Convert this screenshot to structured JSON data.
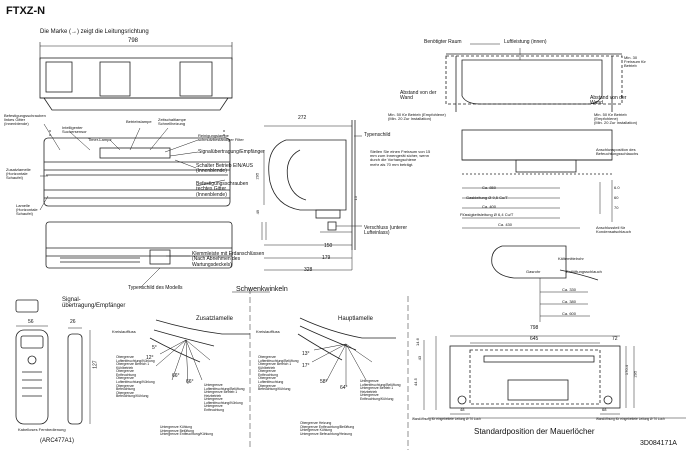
{
  "model": "FTXZ-N",
  "doc_id": "3D084171A",
  "front_view": {
    "mark_note": "Die Marke (→) zeigt die Leitungsrichtung",
    "width_dim": "798",
    "labels": {
      "screws_left": "Befestigungsschrauben\nlinkes Gitter\n(Innenblende)",
      "intelligent_sensor": "Intelligenter\nSuchersensor",
      "timer_lamp": "Timer-Lampe",
      "operation_lamp": "Betriebslampe",
      "cleaning_lamp": "Zeitschaltlampe\nSchnellheizung",
      "cleaning_filter_lamp": "Reinigungslampe\nschmutzbeständiger Filter",
      "signal_receiver": "Signalübertragung/Empfänger",
      "on_off_switch": "Schalter Betrieb EIN/AUS\n(Innenblende)",
      "screws_right": "Befestigungsschrauben\nrechtes Gitter\n(Innenblende)",
      "flap_horizontal": "Zusatzlamelle\n(Horizontale\nSchaufel)",
      "louver_vertical": "Lamelle\n(Horizontale\nSchaufel)",
      "terminal_block": "Klemmleiste mit Erdanschlüssen\n(Nach Abnehmen des\nWartungsdeckels)",
      "model_plate": "Typenschild des Modells"
    }
  },
  "side_view": {
    "nameplate": "Typenschild",
    "clearance_note": "Stellen Sie einen Freiraum von 15\nmm zum Innengerät sicher, wenn\ndurch die Vorhangschiene\nmehr als 70 mm beträgt.",
    "shutter_note": "Verschluss (unterer\nLufteinlass)",
    "dim_top": "272",
    "dim_height": "295",
    "dim_150": "150",
    "dim_179": "179",
    "dim_328": "328",
    "dim_15": "15",
    "dim_49": "49"
  },
  "clearance_view": {
    "space_required": "Benötigter Raum",
    "air_outlet": "Luftleistung (innen)",
    "wall_distance_left": "Abstand von der\nWand",
    "wall_distance_right": "Abstand von der\nWand",
    "min50_left": "Min. 50 für Betrieb (Empfohlene)\n(Min. 20 Zur Installation)",
    "min50_right": "Min. 50 für Betrieb\n(Empfohlene)\n(Min. 20 Zur Installation)",
    "min30": "Min. 30\nFreiraum für\nBetrieb",
    "hose_position": "Anschlussposition des\nBefeuchtungsschlauchs",
    "drain_outlet": "Anschlussteil für\nKondensatschlauch",
    "drain_hose": "Entlüftungsschlauch",
    "ref_pipe": "Kältemittelrohr",
    "gas": "Gasrohr",
    "dims": [
      "Ca. 850",
      "Ca. 400",
      "Ca. 430",
      "Ca. 330",
      "Ca. 380",
      "Ca. 600"
    ],
    "pipe_small": "Gaskleitung Ø 9,5 Cu/T",
    "pipe_liquid": "Flüssigkeitsleitung Ø 6,4 Cu/T",
    "small_dims": [
      "6.0",
      "60",
      "70"
    ]
  },
  "remote": {
    "signal_label": "Signal-\nübertragung/Empfänger",
    "battery_label": "Kabelloses Fernbedienung",
    "model": "(ARC477A1)",
    "dims": [
      "56",
      "26",
      "127"
    ]
  },
  "swing": {
    "title": "Schwenkwinkeln",
    "aux_flap": "Zusatzlamelle",
    "main_flap": "Hauptlamelle",
    "cooling_heating": "Kreislauffluss",
    "angles_left": [
      "5°",
      "12°",
      "66°",
      "66°"
    ],
    "angles_right": [
      "13°",
      "17°",
      "58°",
      "64°"
    ],
    "notes_left": "Obergrenze\nLuftentfeuchtung/Kühlung\nObergrenze Bereich 1\nKühlbetrieb\nObergrenze\nEntfeuchtung\nObergrenze\nLuftentfeuchtung/Kühlung\nObergrenze\nBefeuchtung\nObergrenze\nBefeuchtung/Kühlung",
    "notes_mid": "Untergrenze\nLuftentfeuchtung/Belüftung\nUntergrenze Betrieb 1\nHeizbetrieb\nUntergrenze\nLuftentfeuchtung/Kühlung\nUntergrenze\nEntfeuchtung",
    "notes_bottom": "Untergrenze Kühlung\nUntergrenze Belüftung\nUntergrenze Entfeuchtung/Kühlung",
    "notes_right": "Obergrenze\nLuftentfeuchtung/Belüftung\nObergrenze Bereich 1\nKühlbetrieb\nObergrenze\nEntfeuchtung\nObergrenze\nLuftentfeuchtung\nObergrenze\nBefeuchtung/Kühlung",
    "notes_right_mid": "Untergrenze\nLuftentfeuchtung/Belüftung\nUntergrenze Betrieb 1\nHeizbetrieb\nUntergrenze\nEntfeuchtung/Kühlung",
    "notes_right_bottom": "Obergrenze Heizung\nObergrenze Entfeuchtung/Belüftung\nUntergrenze Kühlung\nUntergrenze Befeuchtung/Heizung"
  },
  "wall_plate": {
    "title": "Standardposition der Mauerlöcher",
    "dims": [
      "798",
      "645",
      "72",
      "14.6",
      "43",
      "170.4",
      "295",
      "44.5",
      "48",
      "68"
    ],
    "note_left": "Wandöffnung für eingebettete Leitung Ø 70 Loch",
    "note_right": "Wandöffnung für eingebettete Leitung Ø 70 Loch"
  }
}
